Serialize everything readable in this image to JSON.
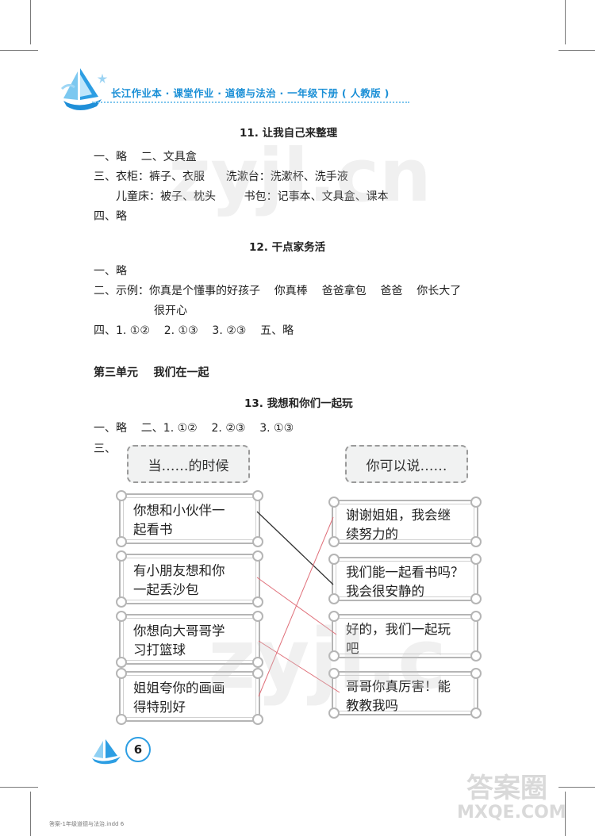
{
  "header": {
    "banner": "长江作业本 · 课堂作业 · 道德与法治 · 一年级下册 ( 人教版 )"
  },
  "lesson11": {
    "title": "11. 让我自己来整理",
    "lines": [
      "一、略    二、文具盒",
      "三、衣柜：裤子、衣服      洗漱台：洗漱杯、洗手液",
      "儿童床：被子、枕头        书包：记事本、文具盒、课本",
      "四、略"
    ]
  },
  "lesson12": {
    "title": "12. 干点家务活",
    "lines": [
      "一、略",
      "二、示例：你真是个懂事的好孩子    你真棒    爸爸拿包    爸爸    你长大了",
      "很开心",
      "四、1. ①②    2. ①③    3. ②③    五、略"
    ]
  },
  "unit3": {
    "title": "第三单元    我们在一起"
  },
  "lesson13": {
    "title": "13. 我想和你们一起玩",
    "line1": "一、略    二、1. ①②    2. ②③    3. ①③",
    "part3_label": "三、",
    "header_left": "当……的时候",
    "header_right": "你可以说……",
    "left_cards": [
      "你想和小伙伴一\n起看书",
      "有小朋友想和你\n一起丢沙包",
      "你想向大哥哥学\n习打篮球",
      "姐姐夸你的画画\n得特别好"
    ],
    "right_cards": [
      "谢谢姐姐，我会继\n续努力的",
      "我们能一起看书吗？\n我会很安静的",
      "好的，我们一起玩\n吧",
      "哥哥你真厉害！能\n教教我吗"
    ],
    "line_colors": {
      "black": "#333333",
      "red": "#e0707a"
    }
  },
  "page_number": "6",
  "footer": {
    "file": "答案-1年级道德与法治.indd   6"
  },
  "watermarks": {
    "top": "zyjl.cn",
    "bottom": "zyjl.c",
    "corner_1": "答案圈",
    "corner_2": "MXQE.COM"
  }
}
